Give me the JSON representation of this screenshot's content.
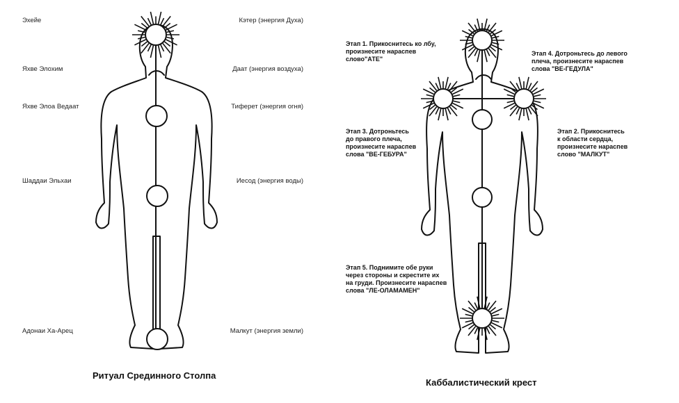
{
  "left_diagram": {
    "title": "Ритуал Срединного Столпа",
    "divine_names": [
      {
        "text": "Эхейе"
      },
      {
        "text": "Яхве Элохим"
      },
      {
        "text": "Яхве Элоа Ведаат"
      },
      {
        "text": "Шаддаи Эльхаи"
      },
      {
        "text": "Адонаи Ха-Арец"
      }
    ],
    "sephiroth": [
      {
        "text": "Кэтер (энергия Духа)"
      },
      {
        "text": "Даат (энергия воздуха)"
      },
      {
        "text": "Тиферет (энергия огня)"
      },
      {
        "text": "Иесод (энергия воды)"
      },
      {
        "text": "Малкут (энергия земли)"
      }
    ]
  },
  "right_diagram": {
    "title": "Каббалистический крест",
    "steps": [
      {
        "text": "Этап 1. Прикоснитесь ко лбу,\nпроизнесите нараспев\nслово\"АТЕ\""
      },
      {
        "text": "Этап 4. Дотроньтесь до левого\nплеча, произнесите нараспев\nслова  \"ВЕ-ГЕДУЛА\""
      },
      {
        "text": "Этап 3. Дотроньтесь\nдо правого плеча,\nпроизнесите нараспев\nслова \"ВЕ-ГЕБУРА\""
      },
      {
        "text": "Этап 2. Прикоснитесь\nк области сердца,\nпроизнесите нараспев\nслово   \"МАЛКУТ\""
      },
      {
        "text": "Этап 5. Поднимите обе руки\nчерез стороны и скрестите их\nна груди. Произнесите нараспев\nслова  \"ЛЕ-ОЛАМАМЕН\""
      }
    ]
  }
}
